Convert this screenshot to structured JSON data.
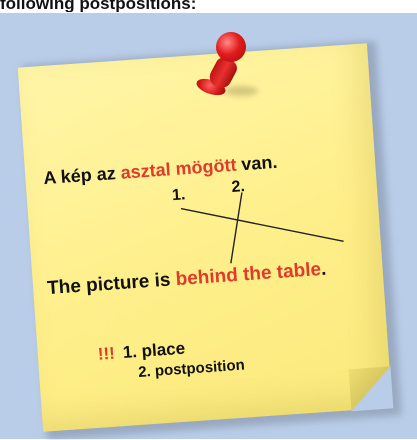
{
  "heading": "following postpositions:",
  "note": {
    "hungarian": {
      "prefix": "A kép az ",
      "highlight": "asztal mögött",
      "suffix": " van."
    },
    "markers": [
      "1.",
      "2."
    ],
    "english": {
      "prefix": "The picture is ",
      "highlight": "behind the table",
      "suffix": "."
    },
    "bang": "!!!",
    "list": [
      "1. place",
      "2. postposition"
    ]
  },
  "colors": {
    "background": "#b9cde9",
    "note": "#fff19a",
    "highlight": "#e03a2c",
    "pin": "#e21b1b"
  }
}
